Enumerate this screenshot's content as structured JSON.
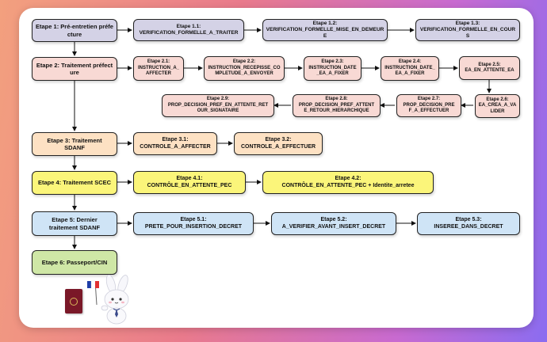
{
  "steps": {
    "e1": "Etape 1: Pré-entretien préfecture",
    "e1_1": "Etape 1.1:\nVERIFICATION_FORMELLE_A_TRAITER",
    "e1_2": "Etape 1.2:\nVERIFICATION_FORMELLE_MISE_EN_DEMEURE",
    "e1_3": "Etape 1.3:\nVERIFICATION_FORMELLE_EN_COURS",
    "e2": "Etape 2: Traitement préfecture",
    "e2_1": "Etape 2.1:\nINSTRUCTION_A_\nAFFECTER",
    "e2_2": "Etape 2.2:\nINSTRUCTION_RECEPISSE_CO\nMPLETUDE_A_ENVOYER",
    "e2_3": "Etape 2.3:\nINSTRUCTION_DATE\n_EA_A_FIXER",
    "e2_4": "Etape 2.4:\nINSTRUCTION_DATE_\nEA_A_FIXER",
    "e2_5": "Etape 2.5:\nEA_EN_ATTENTE_EA",
    "e2_6": "Etape 2.6:\nEA_CREA_A_VA\nLIDER",
    "e2_7": "Etape 2.7:\nPROP_DECISION_PRE\nF_A_EFFECTUER",
    "e2_8": "Etape 2.8:\nPROP_DECISION_PREF_ATTENT\nE_RETOUR_HIERARCHIQUE",
    "e2_9": "Etape 2.9:\nPROP_DECISION_PREF_EN_ATTENTE_RET\nOUR_SIGNATAIRE",
    "e3": "Etape 3: Traitement\nSDANF",
    "e3_1": "Etape 3.1:\nCONTROLE_A_AFFECTER",
    "e3_2": "Etape 3.2:\nCONTROLE_A_EFFECTUER",
    "e4": "Etape 4: Traitement SCEC",
    "e4_1": "Etape 4.1:\nCONTRÔLE_EN_ATTENTE_PEC",
    "e4_2": "Etape 4.2:\nCONTRÔLE_EN_ATTENTE_PEC + Identite_arretee",
    "e5": "Etape 5: Dernier\ntraitement SDANF",
    "e5_1": "Etape 5.1:\nPRETE_POUR_INSERTION_DECRET",
    "e5_2": "Etape 5.2:\nA_VERIFIER_AVANT_INSERT_DECRET",
    "e5_3": "Etape 5.3:\nINSEREE_DANS_DECRET",
    "e6": "Etape 6: Passeport/CIN"
  },
  "colors": {
    "purple": "#d4d2e6",
    "pink": "#f8d9d4",
    "orange": "#fde1c3",
    "yellow": "#fbf57a",
    "blue": "#cfe4f6",
    "green": "#cfe7a6"
  },
  "icons": [
    "passport-icon",
    "bunny-mascot-with-french-flag"
  ]
}
